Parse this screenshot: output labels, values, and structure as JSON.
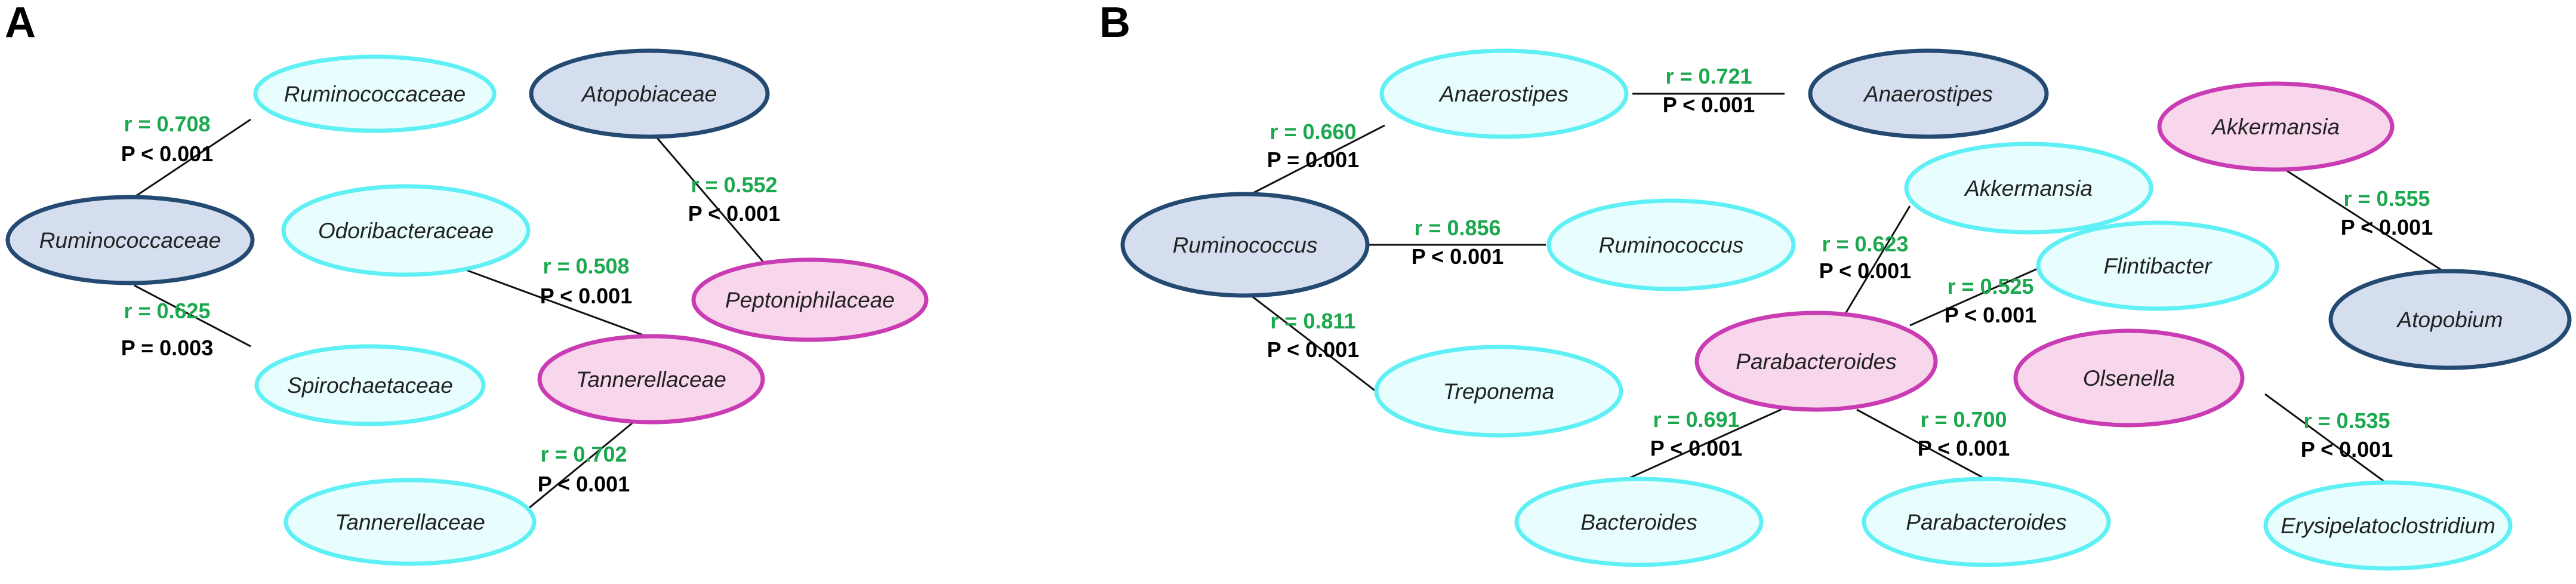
{
  "colors": {
    "cyan": {
      "fill": "#e8fdfd",
      "stroke": "#5ef0f4"
    },
    "navy": {
      "fill": "#d4deef",
      "stroke": "#244a72"
    },
    "pink": {
      "fill": "#f8d6ec",
      "stroke": "#c93cb3"
    },
    "r_text": "#1ca84f",
    "p_text": "#000000"
  },
  "panels": [
    {
      "letter": "A",
      "nodes": [
        {
          "id": "a_rum_top",
          "label": "Ruminococcaceae",
          "type": "cyan"
        },
        {
          "id": "a_atop",
          "label": "Atopobiaceae",
          "type": "navy"
        },
        {
          "id": "a_rum_hub",
          "label": "Ruminococcaceae",
          "type": "navy"
        },
        {
          "id": "a_odor",
          "label": "Odoribacteraceae",
          "type": "cyan"
        },
        {
          "id": "a_pepto",
          "label": "Peptoniphilaceae",
          "type": "pink"
        },
        {
          "id": "a_spiro",
          "label": "Spirochaetaceae",
          "type": "cyan"
        },
        {
          "id": "a_tann_hub",
          "label": "Tannerellaceae",
          "type": "pink"
        },
        {
          "id": "a_tann_bot",
          "label": "Tannerellaceae",
          "type": "cyan"
        }
      ],
      "edges": [
        {
          "from": "a_rum_hub",
          "to": "a_rum_top",
          "r": "r = 0.708",
          "p": "P < 0.001"
        },
        {
          "from": "a_rum_hub",
          "to": "a_spiro",
          "r": "r = 0.625",
          "p": "P = 0.003"
        },
        {
          "from": "a_atop",
          "to": "a_pepto",
          "r": "r = 0.552",
          "p": "P < 0.001"
        },
        {
          "from": "a_odor",
          "to": "a_tann_hub",
          "r": "r = 0.508",
          "p": "P < 0.001"
        },
        {
          "from": "a_tann_hub",
          "to": "a_tann_bot",
          "r": "r = 0.702",
          "p": "P < 0.001"
        }
      ]
    },
    {
      "letter": "B",
      "nodes": [
        {
          "id": "b_anae_c",
          "label": "Anaerostipes",
          "type": "cyan"
        },
        {
          "id": "b_anae_n",
          "label": "Anaerostipes",
          "type": "navy"
        },
        {
          "id": "b_akk_p",
          "label": "Akkermansia",
          "type": "pink"
        },
        {
          "id": "b_akk_c",
          "label": "Akkermansia",
          "type": "cyan"
        },
        {
          "id": "b_rum_hub",
          "label": "Ruminococcus",
          "type": "navy"
        },
        {
          "id": "b_rum_c",
          "label": "Ruminococcus",
          "type": "cyan"
        },
        {
          "id": "b_flint",
          "label": "Flintibacter",
          "type": "cyan"
        },
        {
          "id": "b_atopob",
          "label": "Atopobium",
          "type": "navy"
        },
        {
          "id": "b_parab_hub",
          "label": "Parabacteroides",
          "type": "pink"
        },
        {
          "id": "b_olsen",
          "label": "Olsenella",
          "type": "pink"
        },
        {
          "id": "b_trep",
          "label": "Treponema",
          "type": "cyan"
        },
        {
          "id": "b_bact",
          "label": "Bacteroides",
          "type": "cyan"
        },
        {
          "id": "b_parab_c",
          "label": "Parabacteroides",
          "type": "cyan"
        },
        {
          "id": "b_erysi",
          "label": "Erysipelatoclostridium",
          "type": "cyan"
        }
      ],
      "edges": [
        {
          "from": "b_anae_c",
          "to": "b_anae_n",
          "r": "r = 0.721",
          "p": "P < 0.001"
        },
        {
          "from": "b_rum_hub",
          "to": "b_anae_c",
          "r": "r = 0.660",
          "p": "P = 0.001"
        },
        {
          "from": "b_rum_hub",
          "to": "b_rum_c",
          "r": "r = 0.856",
          "p": "P < 0.001"
        },
        {
          "from": "b_rum_hub",
          "to": "b_trep",
          "r": "r = 0.811",
          "p": "P < 0.001"
        },
        {
          "from": "b_akk_p",
          "to": "b_atopob",
          "r": "r = 0.555",
          "p": "P < 0.001"
        },
        {
          "from": "b_parab_hub",
          "to": "b_akk_c",
          "r": "r = 0.623",
          "p": "P < 0.001"
        },
        {
          "from": "b_parab_hub",
          "to": "b_flint",
          "r": "r = 0.525",
          "p": "P < 0.001"
        },
        {
          "from": "b_parab_hub",
          "to": "b_bact",
          "r": "r = 0.691",
          "p": "P < 0.001"
        },
        {
          "from": "b_parab_hub",
          "to": "b_parab_c",
          "r": "r = 0.700",
          "p": "P < 0.001"
        },
        {
          "from": "b_olsen",
          "to": "b_erysi",
          "r": "r = 0.535",
          "p": "P < 0.001"
        }
      ]
    }
  ]
}
